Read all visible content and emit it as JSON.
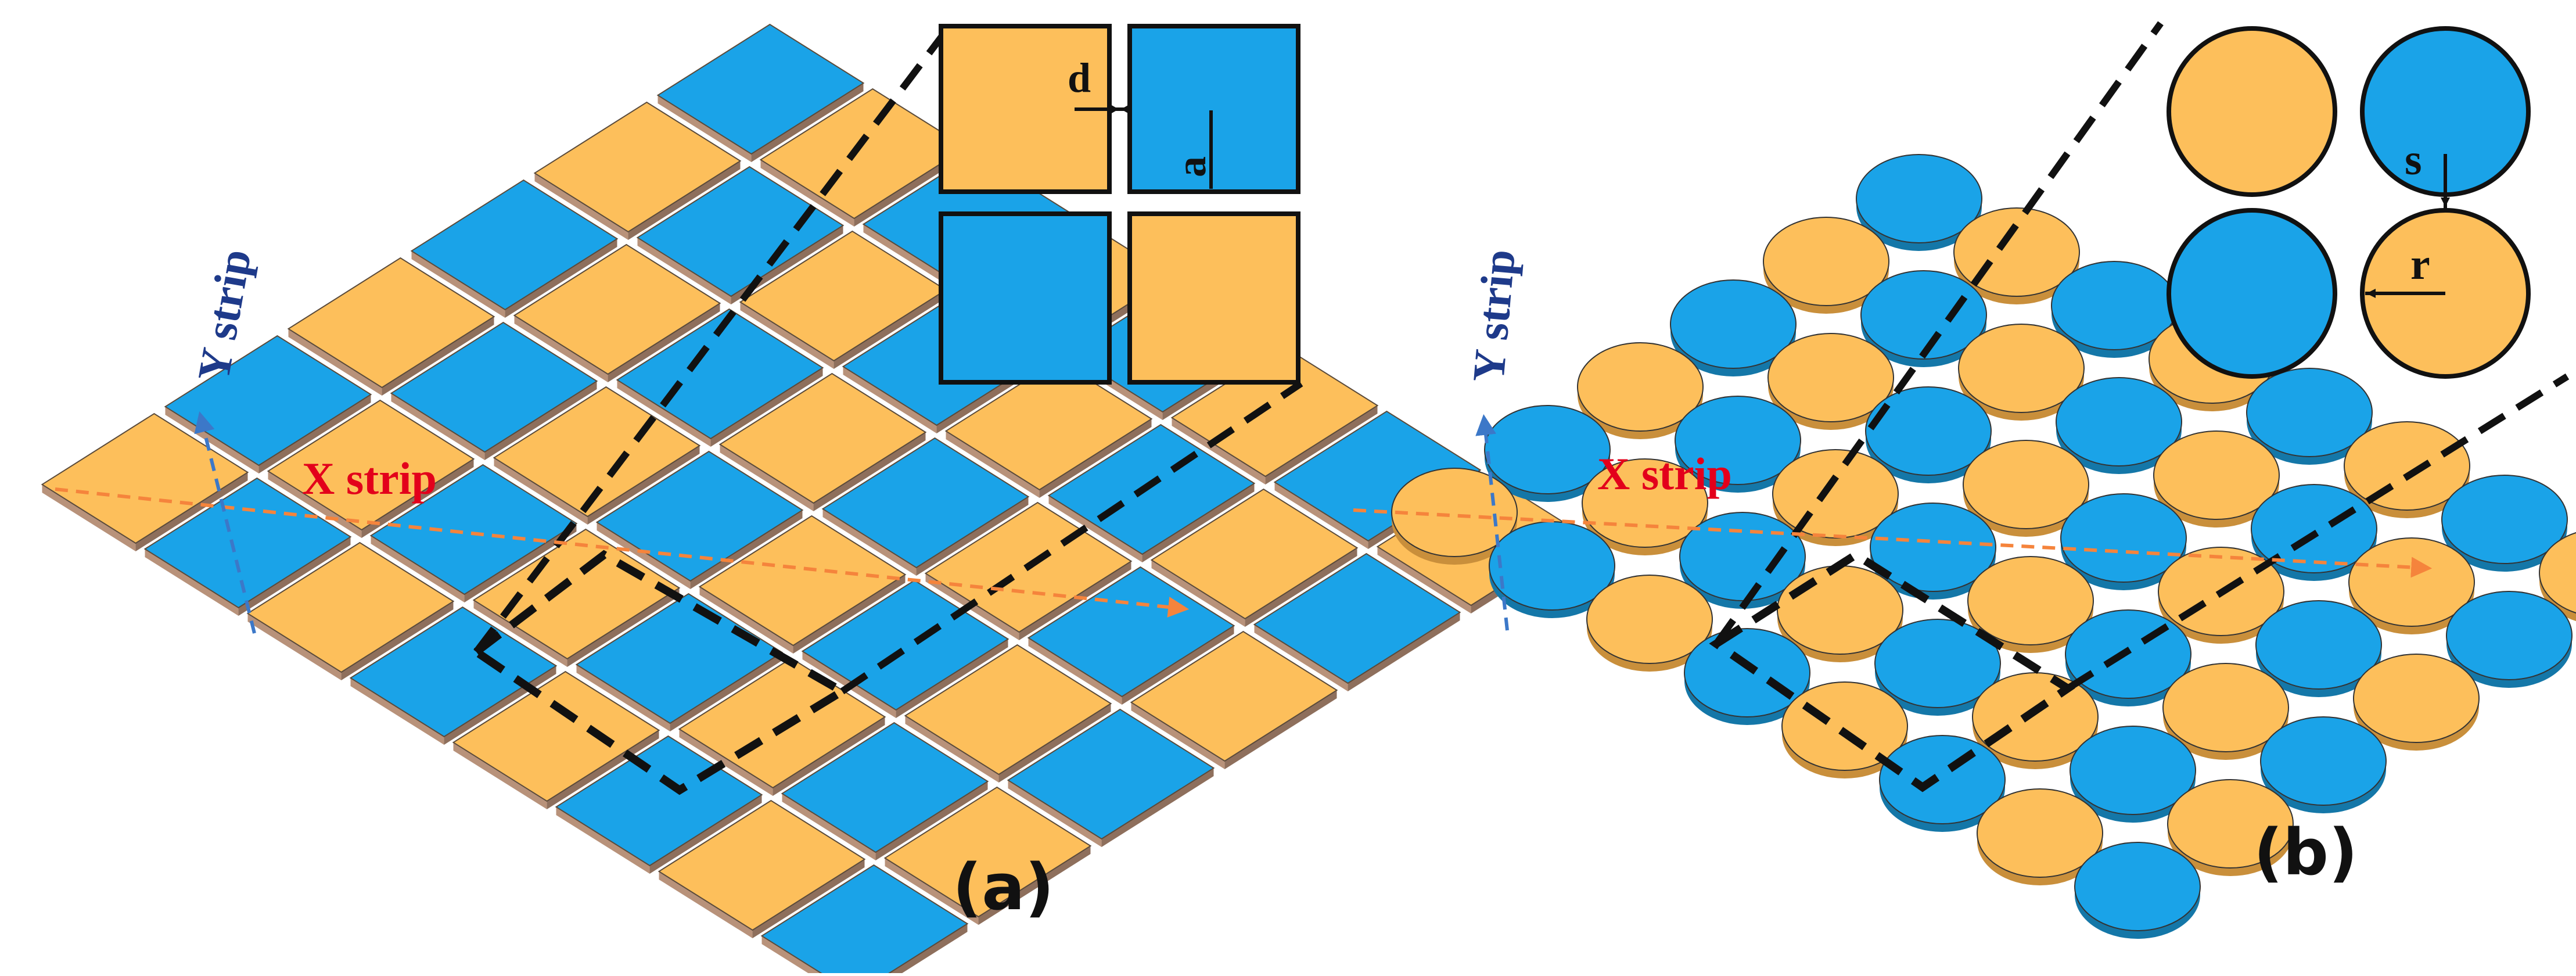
{
  "colors": {
    "orange": "#FDBF5B",
    "blue": "#1AA3E8",
    "edge": "#1a1a1a",
    "x_strip": "#E3001B",
    "y_strip": "#1E3A8A",
    "x_arrow": "#F5843C",
    "y_arrow": "#3C78C8"
  },
  "panel_a": {
    "label": "(a)",
    "x_strip": "X strip",
    "y_strip": "Y strip",
    "inset_label_d": "d",
    "inset_label_a": "a",
    "pattern": "checkerboard-squares",
    "grid_rows": 6,
    "grid_cols": 8
  },
  "panel_b": {
    "label": "(b)",
    "x_strip": "X strip",
    "y_strip": "Y strip",
    "inset_label_s": "s",
    "inset_label_r": "r",
    "pattern": "checkerboard-disks",
    "grid_rows": 6,
    "grid_cols": 8
  }
}
